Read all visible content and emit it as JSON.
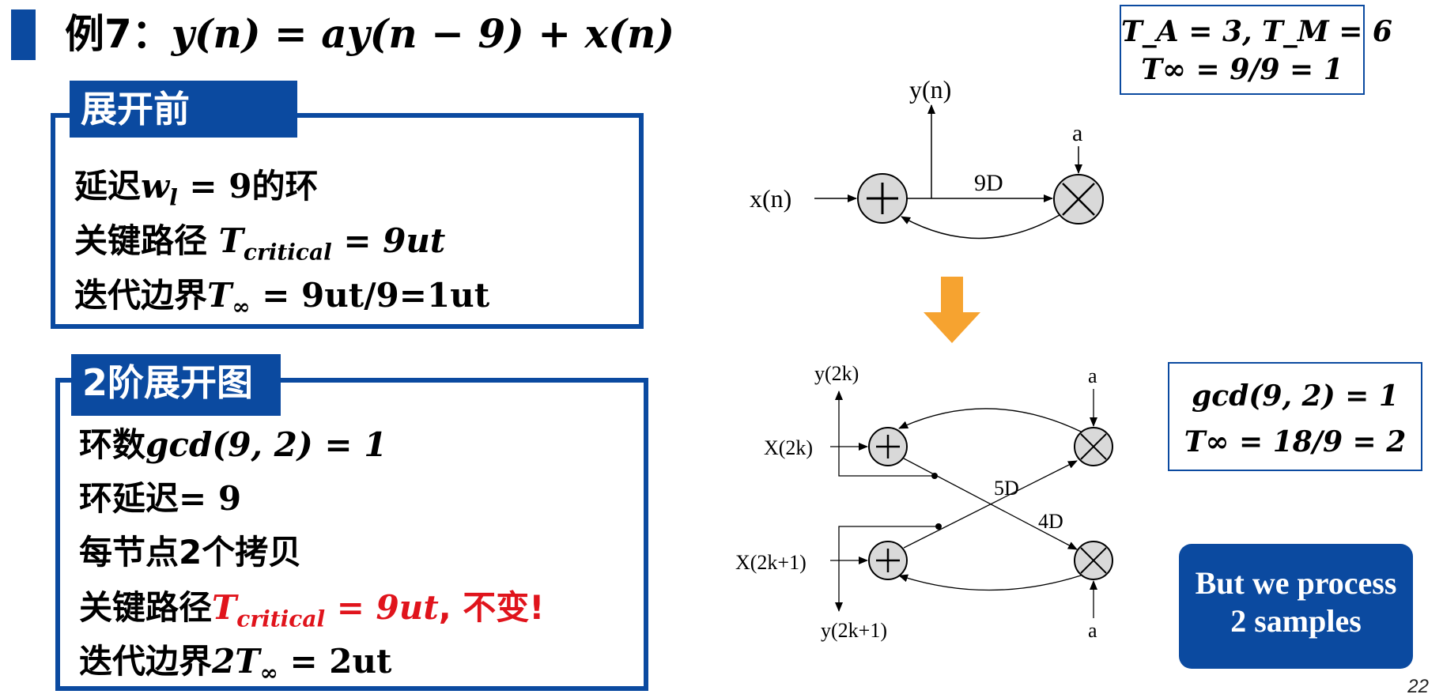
{
  "title": {
    "prefix": "例7：",
    "equation": "y(n) = ay(n − 9) + x(n)"
  },
  "panel_before": {
    "tab": "展开前",
    "lines": [
      {
        "cn": "延迟",
        "math": "w",
        "sub": "l",
        "rest": " = 9",
        "cn2": "的环"
      },
      {
        "cn": "关键路径 ",
        "math": "T",
        "sub": "critical",
        "rest": " = 9ut"
      },
      {
        "cn": "迭代边界",
        "math": "T",
        "sub": "∞",
        "rest": " = 9ut/9=1ut"
      }
    ]
  },
  "panel_unfold": {
    "tab": "2阶展开图",
    "lines": [
      {
        "cn": "环数",
        "math": "gcd(9, 2) = 1"
      },
      {
        "cn": "环延迟",
        "math": "= 9"
      },
      {
        "cn": "每节点2个拷贝"
      },
      {
        "cn": "关键路径",
        "red_math": "T",
        "red_sub": "critical",
        "red_rest": " = 9ut",
        "red_cn": ", 不变!"
      },
      {
        "cn": "迭代边界",
        "math": "2T",
        "sub": "∞",
        "rest": " = 2ut"
      }
    ]
  },
  "box_top_right": {
    "line1": "T_A = 3, T_M = 6",
    "line2": "T∞ = 9/9 = 1"
  },
  "box_mid_right": {
    "line1": "gcd(9, 2) = 1",
    "line2": "T∞ = 18/9 = 2"
  },
  "callout": {
    "line1": "But we process",
    "line2": "2 samples"
  },
  "diagram_top": {
    "input": "x(n)",
    "output": "y(n)",
    "coef": "a",
    "delay": "9D"
  },
  "diagram_bottom": {
    "in_even": "X(2k)",
    "in_odd": "X(2k+1)",
    "out_even": "y(2k)",
    "out_odd": "y(2k+1)",
    "coef_top": "a",
    "coef_bottom": "a",
    "delay_a": "5D",
    "delay_b": "4D"
  },
  "page_number": "22",
  "colors": {
    "accent": "#0b4aa0",
    "arrow": "#f6a330",
    "red": "#e0141c",
    "node_fill": "#d9d9d9"
  }
}
